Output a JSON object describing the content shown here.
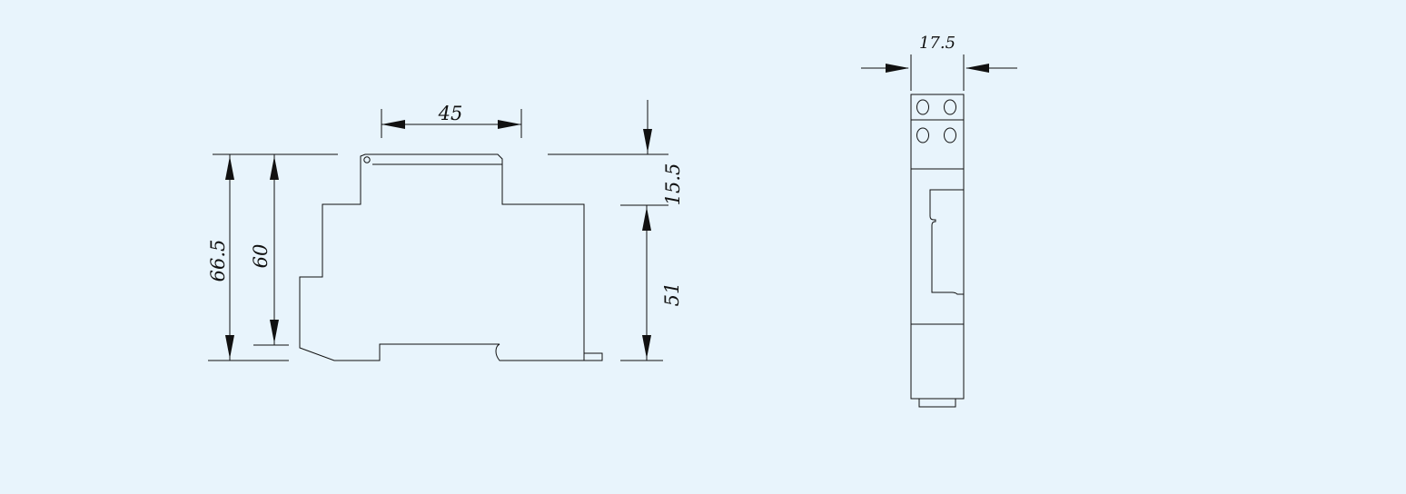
{
  "background": "#e8f4fc",
  "line_color": "#111111",
  "side_view": {
    "dim_width": "45",
    "dim_total_height": "66.5",
    "dim_body_height": "60",
    "dim_top_step": "15.5",
    "dim_lower_height": "51"
  },
  "front_view": {
    "dim_width": "17.5"
  }
}
